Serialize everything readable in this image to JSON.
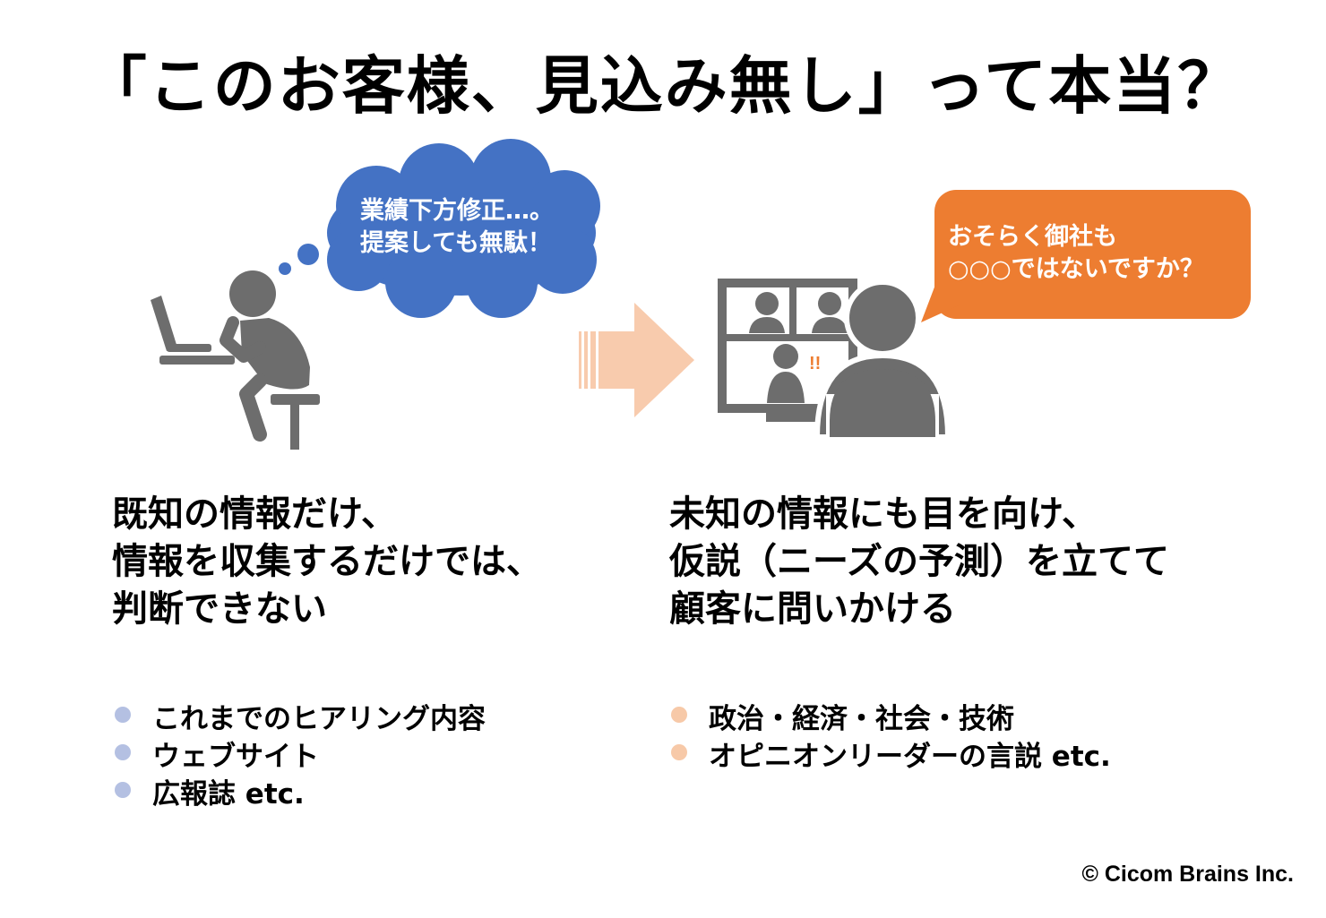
{
  "title": "「このお客様、見込み無し」って本当？",
  "thought_bubble": {
    "line1": "業績下方修正…。",
    "line2": "提案しても無駄！",
    "color": "#4472c4"
  },
  "speech_bubble": {
    "line1": "おそらく御社も",
    "line2": "○○○ではないですか？",
    "color": "#ed7d31"
  },
  "alert_mark": "!!",
  "icons": {
    "left_person": "thinking-person-at-laptop-icon",
    "arrow": "right-arrow-icon",
    "right_person": "video-call-person-icon"
  },
  "left_heading": {
    "line1": "既知の情報だけ、",
    "line2": "情報を収集するだけでは、",
    "line3": "判断できない"
  },
  "right_heading": {
    "line1": "未知の情報にも目を向け、",
    "line2": "仮説（ニーズの予測）を立てて",
    "line3": "顧客に問いかける"
  },
  "left_bullets": [
    "これまでのヒアリング内容",
    "ウェブサイト",
    "広報誌 etc."
  ],
  "right_bullets": [
    "政治・経済・社会・技術",
    "オピニオンリーダーの言説 etc."
  ],
  "copyright": "© Cicom Brains Inc.",
  "colors": {
    "icon_gray": "#6d6d6d",
    "arrow_peach": "#f8cbad",
    "left_bullet": "#b4c0e2",
    "right_bullet": "#f7c9a8"
  }
}
